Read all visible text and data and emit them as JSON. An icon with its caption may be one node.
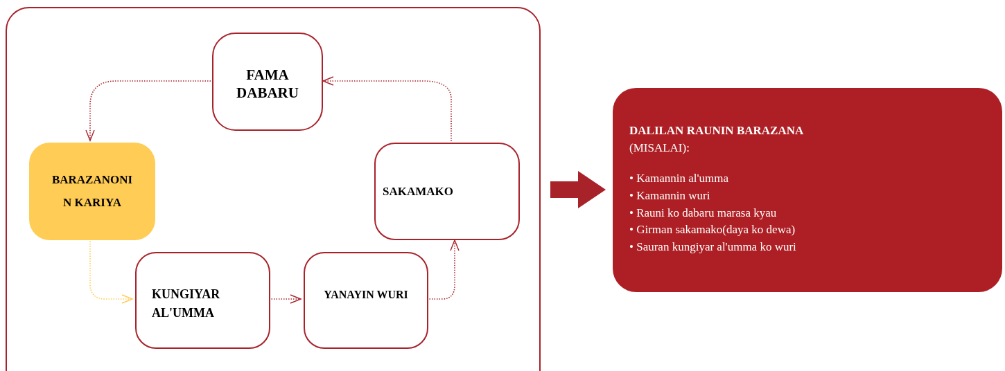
{
  "diagram": {
    "nodes": [
      {
        "text": [],
        "shape": "box"
      },
      {
        "text": [
          "FAMA DABARU"
        ],
        "in": 0
      },
      {
        "text": [
          "BARAZANONI N KARIYA"
        ],
        "in": 0
      },
      {
        "text": [
          "SAKAMAKO"
        ],
        "in": 0
      },
      {
        "text": [
          "KUNGIYAR AL'UMMA"
        ],
        "in": 0
      },
      {
        "text": [
          "YANAYIN WURI"
        ],
        "in": 0
      },
      {
        "text": [
          "DALILAN RAUNIN BARAZANA",
          "(MISALAI):",
          "• Kamannin al'umma",
          "• Kamannin wuri",
          "• Rauni ko dabaru marasa kyau",
          "• Girman sakamako(daya ko dewa)",
          "• Sauran kungiyar al'umma ko wuri"
        ]
      }
    ],
    "edges": [
      {
        "from": 1,
        "to": 2,
        "arrow": "to",
        "style": "dashed"
      },
      {
        "from": 2,
        "to": 4,
        "arrow": "to",
        "style": "dashed",
        "color": "#ffcc55"
      },
      {
        "from": 4,
        "to": 5,
        "arrow": "to",
        "style": "dashed"
      },
      {
        "from": 5,
        "to": 3,
        "arrow": "to",
        "style": "dashed"
      },
      {
        "from": 3,
        "to": 1,
        "arrow": "to",
        "style": "dashed"
      },
      {
        "from": 0,
        "to": 6,
        "arrow": "to",
        "style": "thick"
      }
    ]
  }
}
